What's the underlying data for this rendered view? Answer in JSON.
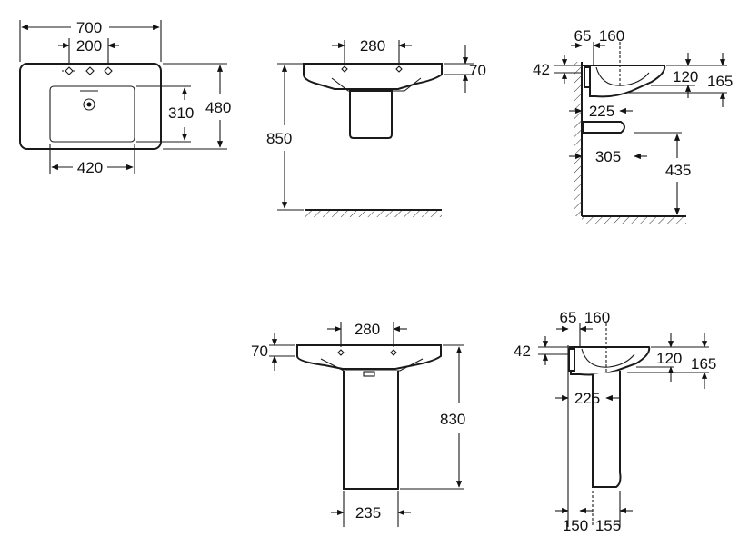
{
  "top_view": {
    "width": "700",
    "tap_spacing": "200",
    "depth": "480",
    "bowl_depth": "310",
    "bowl_width": "420"
  },
  "front_wall": {
    "tap_spacing": "280",
    "rim_height": "70",
    "mount_height": "850"
  },
  "side_wall": {
    "offset_a": "65",
    "offset_b": "160",
    "rim_thickness": "42",
    "drop_a": "120",
    "drop_b": "165",
    "depth_a": "225",
    "depth_b": "305",
    "bracket_height": "435"
  },
  "front_pedestal": {
    "tap_spacing": "280",
    "rim_height": "70",
    "total_height": "830",
    "pedestal_width": "235"
  },
  "side_pedestal": {
    "offset_a": "65",
    "offset_b": "160",
    "rim_thickness": "42",
    "drop_a": "120",
    "drop_b": "165",
    "depth_a": "225",
    "base_a": "150",
    "base_b": "155"
  }
}
